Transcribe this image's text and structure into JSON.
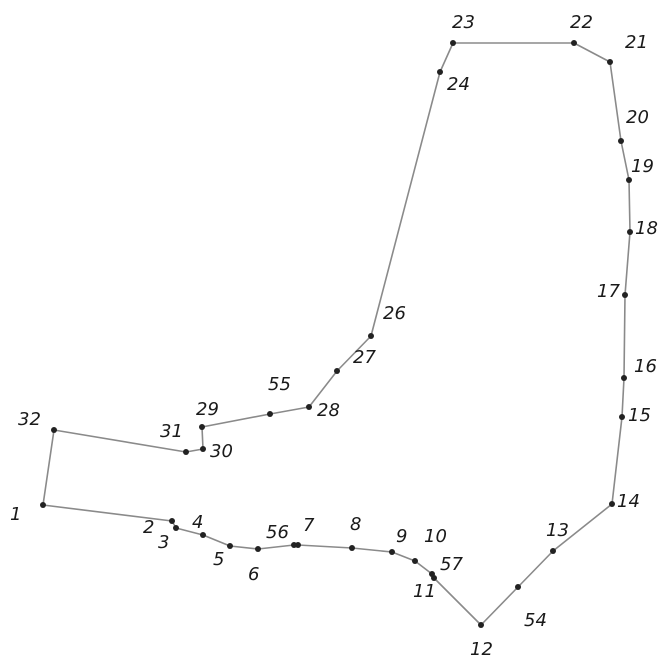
{
  "diagram": {
    "colors": {
      "line": "#8a8a8a",
      "point": "#222222",
      "label": "#1a1a1a"
    },
    "points": [
      {
        "id": "1",
        "label": "1"
      },
      {
        "id": "2",
        "label": "2"
      },
      {
        "id": "3",
        "label": "3"
      },
      {
        "id": "4",
        "label": "4"
      },
      {
        "id": "5",
        "label": "5"
      },
      {
        "id": "6",
        "label": "6"
      },
      {
        "id": "56",
        "label": "56"
      },
      {
        "id": "7",
        "label": "7"
      },
      {
        "id": "8",
        "label": "8"
      },
      {
        "id": "9",
        "label": "9"
      },
      {
        "id": "10",
        "label": "10"
      },
      {
        "id": "57",
        "label": "57"
      },
      {
        "id": "11",
        "label": "11"
      },
      {
        "id": "12",
        "label": "12"
      },
      {
        "id": "54",
        "label": "54"
      },
      {
        "id": "13",
        "label": "13"
      },
      {
        "id": "14",
        "label": "14"
      },
      {
        "id": "15",
        "label": "15"
      },
      {
        "id": "16",
        "label": "16"
      },
      {
        "id": "17",
        "label": "17"
      },
      {
        "id": "18",
        "label": "18"
      },
      {
        "id": "19",
        "label": "19"
      },
      {
        "id": "20",
        "label": "20"
      },
      {
        "id": "21",
        "label": "21"
      },
      {
        "id": "22",
        "label": "22"
      },
      {
        "id": "23",
        "label": "23"
      },
      {
        "id": "24",
        "label": "24"
      },
      {
        "id": "26",
        "label": "26"
      },
      {
        "id": "27",
        "label": "27"
      },
      {
        "id": "28",
        "label": "28"
      },
      {
        "id": "55",
        "label": "55"
      },
      {
        "id": "29",
        "label": "29"
      },
      {
        "id": "30",
        "label": "30"
      },
      {
        "id": "31",
        "label": "31"
      },
      {
        "id": "32",
        "label": "32"
      }
    ],
    "path_order": [
      "1",
      "2",
      "3",
      "4",
      "5",
      "6",
      "56",
      "7",
      "8",
      "9",
      "10",
      "57",
      "11",
      "12",
      "54",
      "13",
      "14",
      "15",
      "16",
      "17",
      "18",
      "19",
      "20",
      "21",
      "22",
      "23",
      "24",
      "26",
      "27",
      "28",
      "55",
      "29",
      "30",
      "31",
      "32",
      "1"
    ]
  }
}
